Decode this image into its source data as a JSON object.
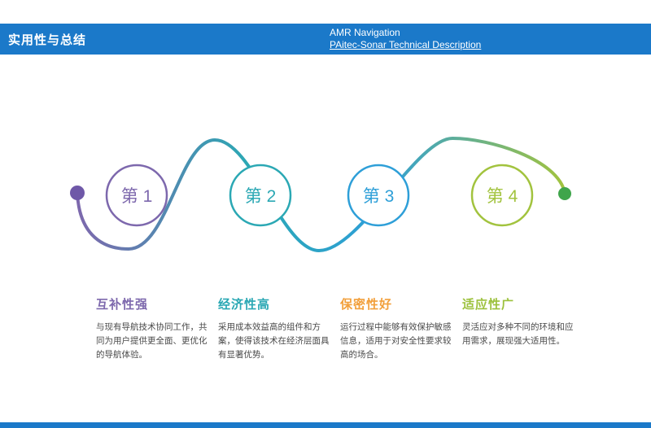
{
  "header": {
    "title": "实用性与总结",
    "doc_line1": "AMR Navigation",
    "doc_line2": "PAitec-Sonar Technical Description",
    "bar_color": "#1b79c9"
  },
  "palette": {
    "start_dot": "#6f58a8",
    "end_dot": "#3fa54b",
    "wave_1": "#7d68ad",
    "wave_2": "#2ba8b4",
    "wave_3": "#2e9fd8",
    "wave_4": "#a2c33e"
  },
  "timeline": {
    "steps": [
      {
        "label": "第 1",
        "circle_color": "#7d68ad",
        "heading": "互补性强",
        "heading_color": "#7d68ad",
        "body": "与现有导航技术协同工作，共同为用户提供更全面、更优化的导航体验。"
      },
      {
        "label": "第 2",
        "circle_color": "#2ba8b4",
        "heading": "经济性高",
        "heading_color": "#2ba8b4",
        "body": "采用成本效益高的组件和方案，使得该技术在经济层面具有显著优势。"
      },
      {
        "label": "第 3",
        "circle_color": "#2e9fd8",
        "heading": "保密性好",
        "heading_color": "#f2a03c",
        "body": "运行过程中能够有效保护敏感信息，适用于对安全性要求较高的场合。"
      },
      {
        "label": "第 4",
        "circle_color": "#a2c33e",
        "heading": "适应性广",
        "heading_color": "#9cc13c",
        "body": "灵活应对多种不同的环境和应用需求，展现强大适用性。"
      }
    ]
  }
}
